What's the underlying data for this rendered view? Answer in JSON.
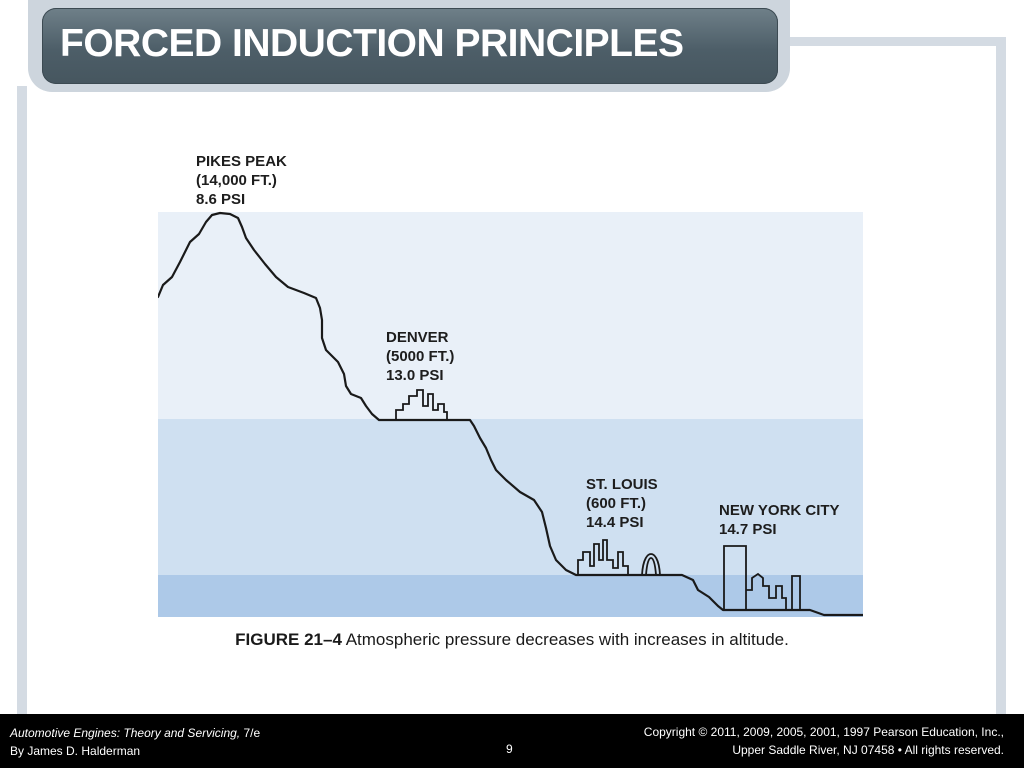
{
  "title": "FORCED INDUCTION PRINCIPLES",
  "figure": {
    "locations": [
      {
        "name": "PIKES PEAK",
        "elevation": "(14,000 FT.)",
        "pressure": "8.6 PSI"
      },
      {
        "name": "DENVER",
        "elevation": "(5000 FT.)",
        "pressure": "13.0 PSI"
      },
      {
        "name": "ST. LOUIS",
        "elevation": "(600 FT.)",
        "pressure": "14.4 PSI"
      },
      {
        "name": "NEW YORK CITY",
        "pressure": "14.7 PSI"
      }
    ],
    "caption_label": "FIGURE 21–4",
    "caption_text": " Atmospheric pressure decreases with increases in altitude.",
    "colors": {
      "band_top": "#e9f0f8",
      "band_middle": "#cfe0f1",
      "band_bottom": "#adc9e8",
      "line": "#1a1a1a"
    }
  },
  "footer": {
    "book_title": "Automotive Engines: Theory and Servicing,",
    "edition": " 7/e",
    "author": "By James D. Halderman",
    "page_number": "9",
    "copyright_line1": "Copyright © 2011, 2009, 2005, 2001, 1997 Pearson Education, Inc.,",
    "copyright_line2": "Upper Saddle River, NJ 07458 • All rights reserved."
  }
}
